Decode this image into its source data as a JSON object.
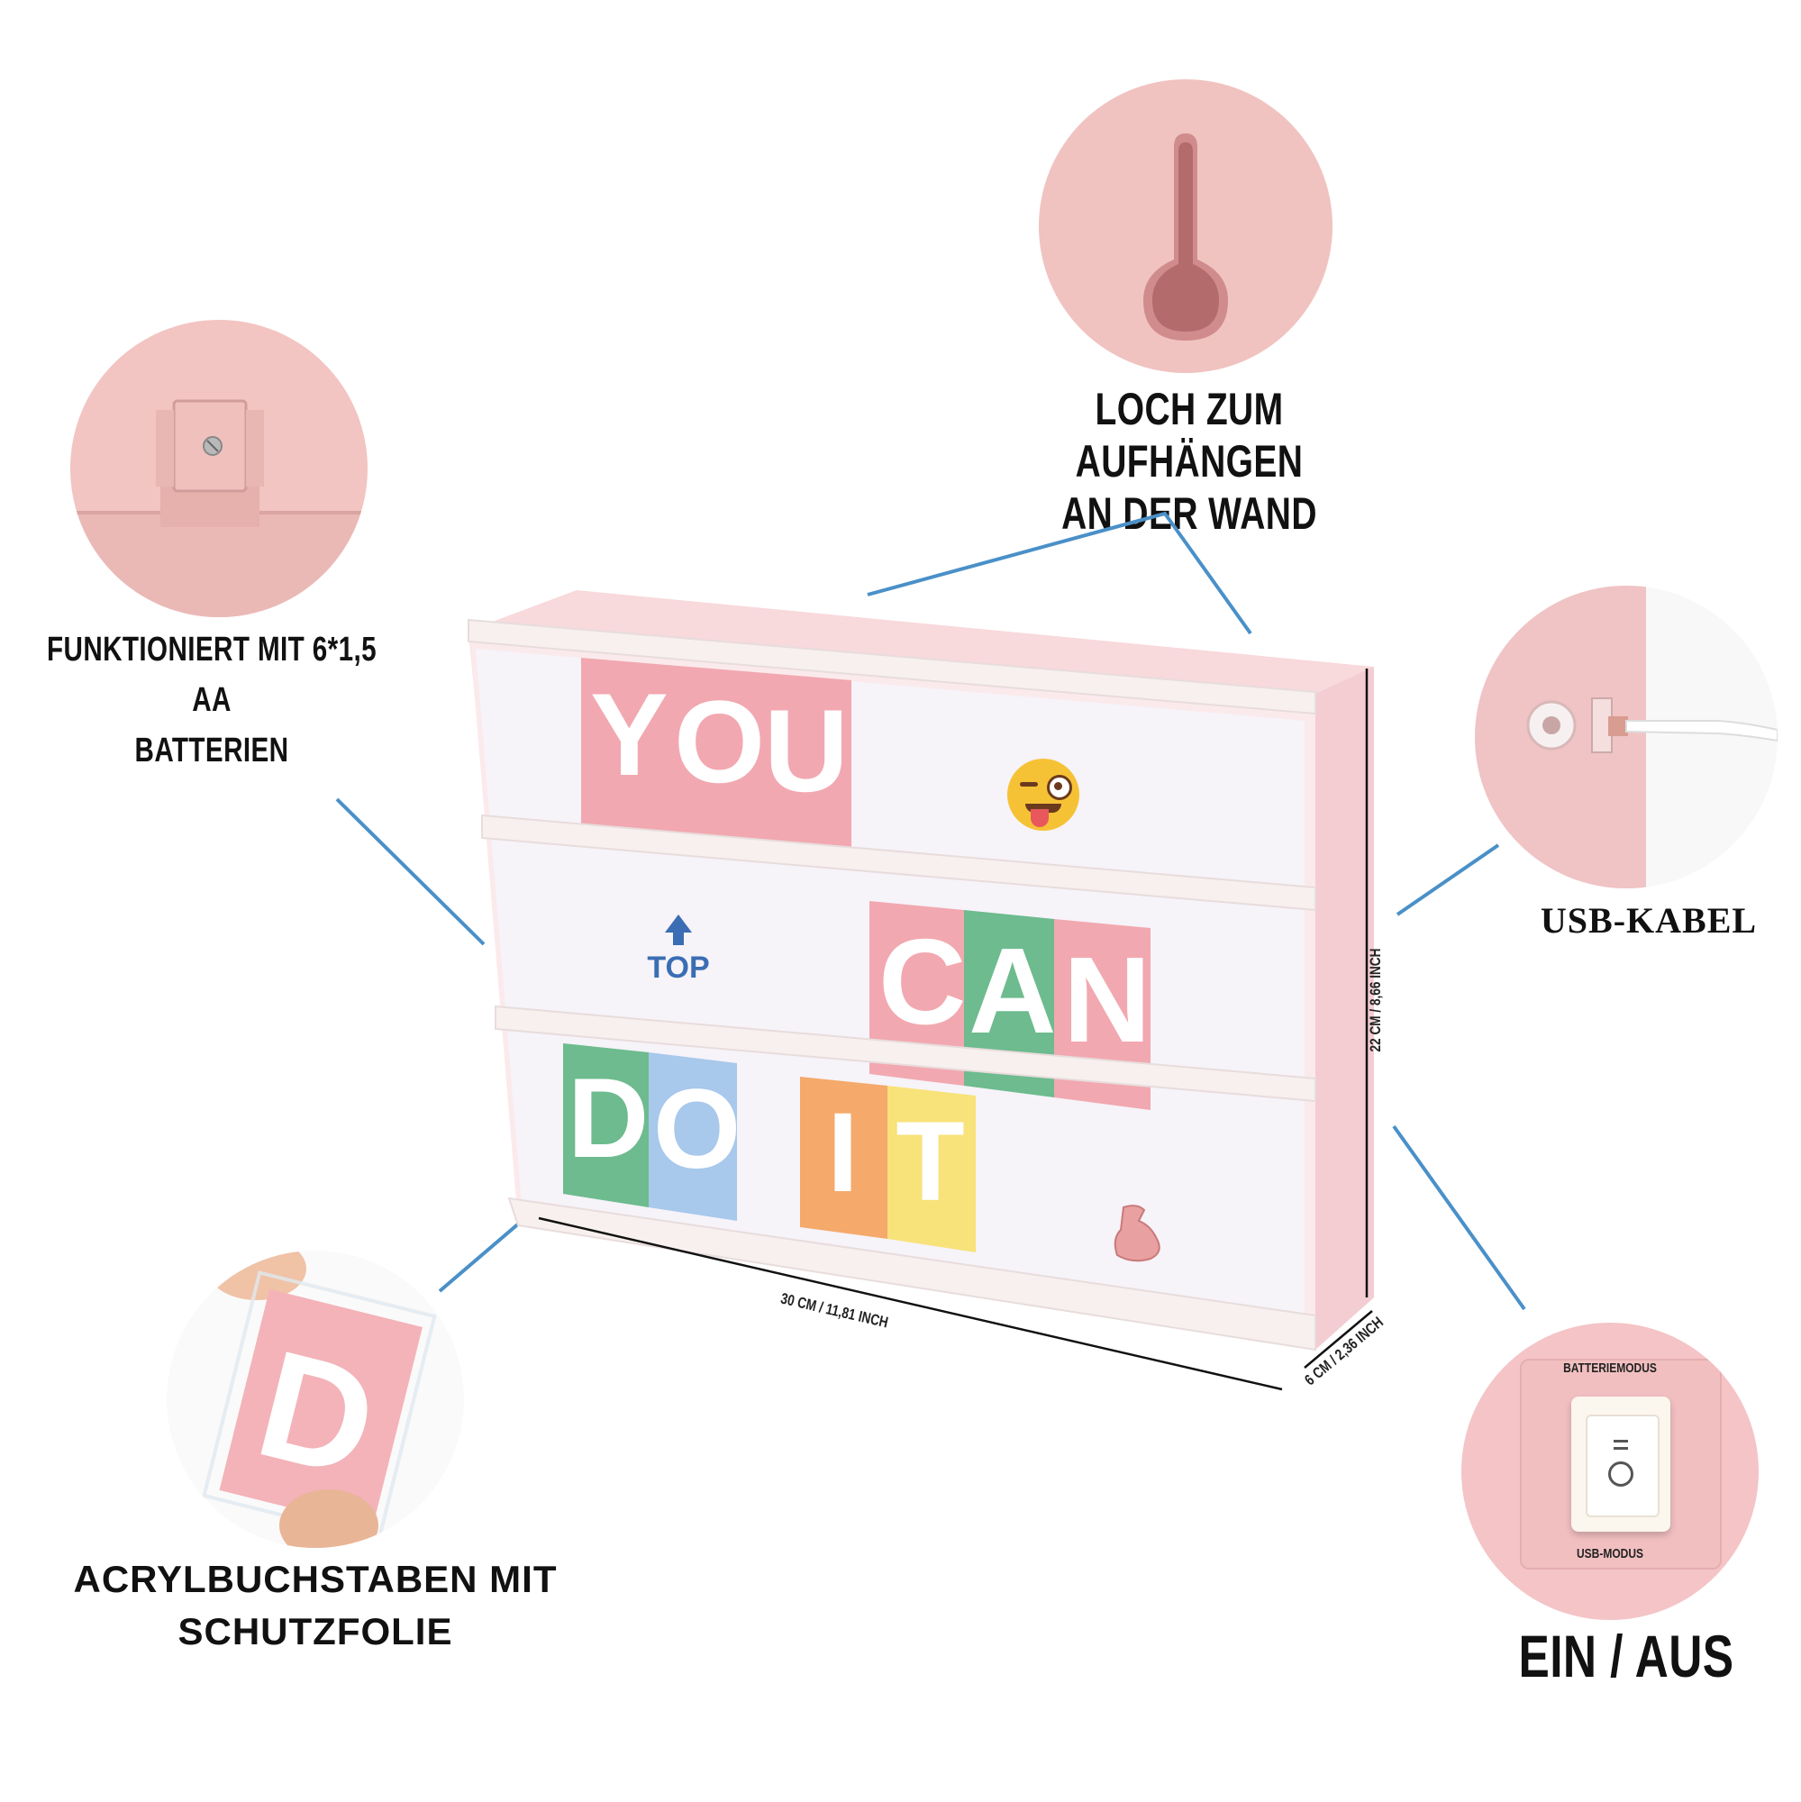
{
  "colors": {
    "pink": "#f3c9c9",
    "pink_dark": "#e7a9a9",
    "box_pink": "#f8d9dc",
    "line_blue": "#4a90c8",
    "letter_pink": "#f2a8b0",
    "letter_green": "#6dbb8e",
    "letter_blue": "#a8c8ec",
    "letter_orange": "#f5a96a",
    "letter_yellow": "#f8e27a"
  },
  "callouts": {
    "wall_hole": {
      "line1": "LOCH ZUM AUFHÄNGEN",
      "line2": "AN DER WAND"
    },
    "batteries": {
      "line1": "FUNKTIONIERT MIT 6*1,5 AA",
      "line2": "BATTERIEN"
    },
    "usb": {
      "label": "USB-KABEL"
    },
    "letters": {
      "line1": "ACRYLBUCHSTABEN MIT",
      "line2": "SCHUTZFOLIE"
    },
    "switch": {
      "label": "EIN / AUS",
      "top_label": "BATTERIEMODUS",
      "bottom_label": "USB-MODUS"
    }
  },
  "dimensions": {
    "width": "30 CM / 11,81 INCH",
    "height": "22 CM / 8,66 INCH",
    "depth": "6 CM / 2,36 INCH"
  },
  "lightbox": {
    "row1": [
      "Y",
      "O",
      "U"
    ],
    "row2": [
      "C",
      "A",
      "N"
    ],
    "row3": [
      "D",
      "O",
      "I",
      "T"
    ],
    "top_card": "TOP",
    "film_letter": "D"
  },
  "icons": [
    "wink-emoji-icon",
    "flexed-bicep-icon",
    "up-arrow-icon",
    "keyhole-icon",
    "power-switch-icon"
  ]
}
